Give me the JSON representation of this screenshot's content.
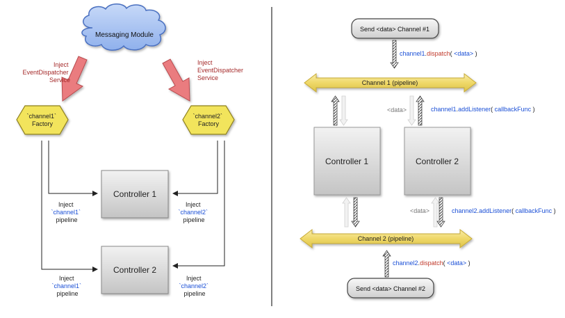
{
  "left": {
    "cloud_label": "Messaging Module",
    "inject_service_left": [
      "Inject",
      "EventDispatcher",
      "Service"
    ],
    "inject_service_right": [
      "Inject",
      "EventDispatcher",
      "Service"
    ],
    "factory1": [
      "`channel1`",
      "Factory"
    ],
    "factory2": [
      "`channel2`",
      "Factory"
    ],
    "controller1": "Controller 1",
    "controller2": "Controller 2",
    "inject_c1_ch1": [
      "Inject",
      "`channel1`",
      "pipeline"
    ],
    "inject_c1_ch2": [
      "Inject",
      "`channel2`",
      "pipeline"
    ],
    "inject_c2_ch1": [
      "Inject",
      "`channel1`",
      "pipeline"
    ],
    "inject_c2_ch2": [
      "Inject",
      "`channel2`",
      "pipeline"
    ]
  },
  "right": {
    "send1": "Send <data> Channel #1",
    "send2": "Send <data> Channel #2",
    "pipeline1": "Channel 1  (pipeline)",
    "pipeline2": "Channel 2  (pipeline)",
    "controller1": "Controller 1",
    "controller2": "Controller 2",
    "data_tag_top": "<data>",
    "data_tag_bottom": "<data>",
    "dispatch1": {
      "obj": "channel1",
      "dot": ".",
      "method": "dispatch",
      "open": "( ",
      "arg": "<data>",
      "close": " )"
    },
    "listen1": {
      "obj": "channel1",
      "dot": ".",
      "method": "addListener",
      "open": "( ",
      "arg": "callbackFunc",
      "close": "  )"
    },
    "listen2": {
      "obj": "channel2",
      "dot": ".",
      "method": "addListener",
      "open": "( ",
      "arg": "callbackFunc",
      "close": "  )"
    },
    "dispatch2": {
      "obj": "channel2",
      "dot": ".",
      "method": "dispatch",
      "open": "( ",
      "arg": "<data>",
      "close": " )"
    }
  },
  "colors": {
    "code_blue": "#1a4fd6",
    "code_red": "#c0392b",
    "service_red": "#a52a2a",
    "factory_yellow": "#f2e45c",
    "pipeline_yellow": "#f1dc6a",
    "cloud_blue": "#a9c3f2",
    "arrow_red": "#e9777a"
  }
}
